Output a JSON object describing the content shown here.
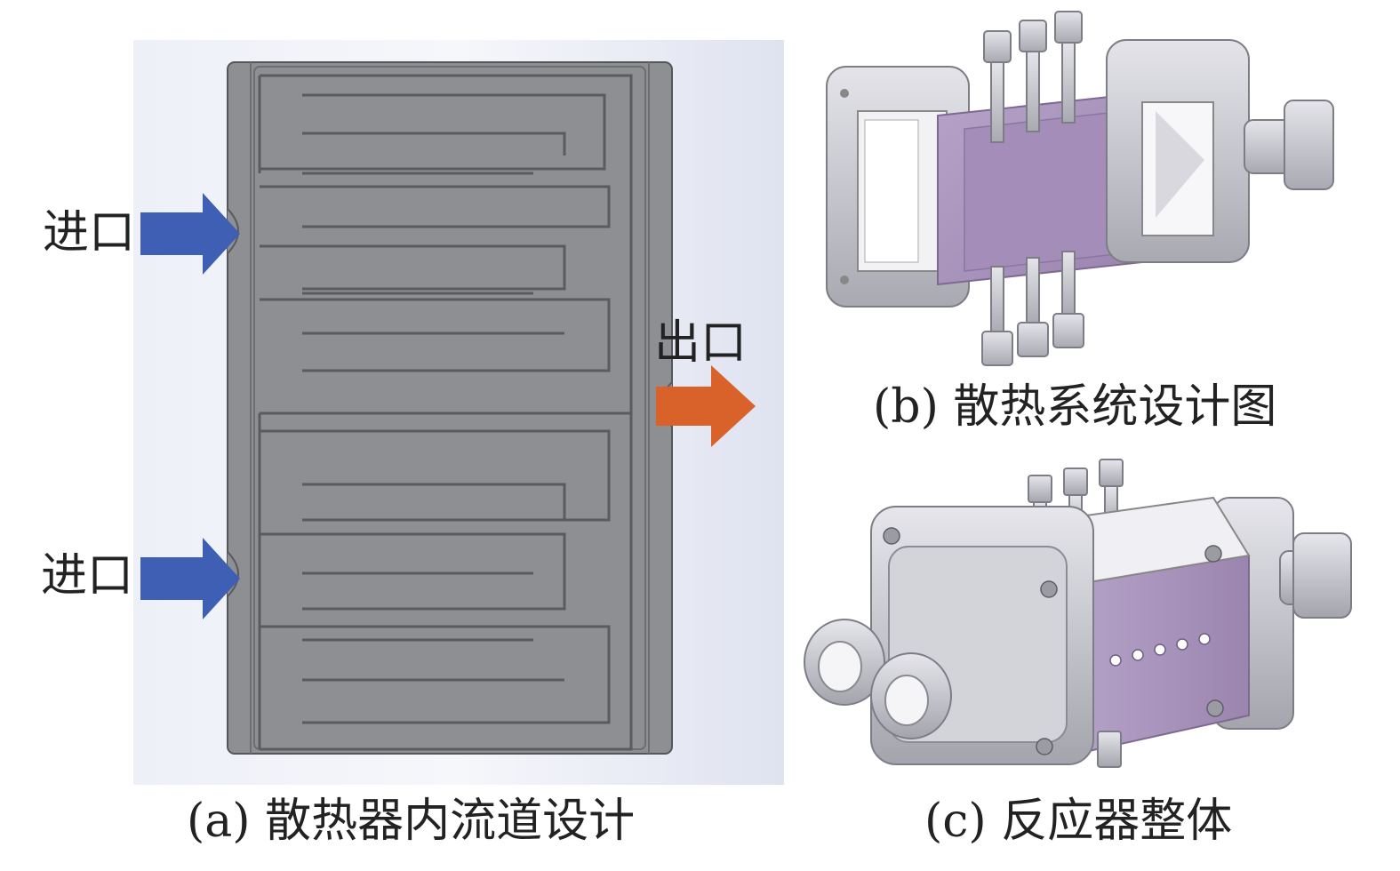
{
  "labels": {
    "inlet_top": "进口",
    "inlet_bottom": "进口",
    "outlet": "出口"
  },
  "captions": {
    "a": "(a) 散热器内流道设计",
    "b": "(b) 散热系统设计图",
    "c": "(c) 反应器整体"
  },
  "colors": {
    "inlet_arrow": "#3f5fb5",
    "outlet_arrow": "#d9622b",
    "plate": "#8e8f93",
    "channel": "#5d5e62",
    "purple_panel": "#a48db8",
    "metal": "#c9c9cf"
  }
}
